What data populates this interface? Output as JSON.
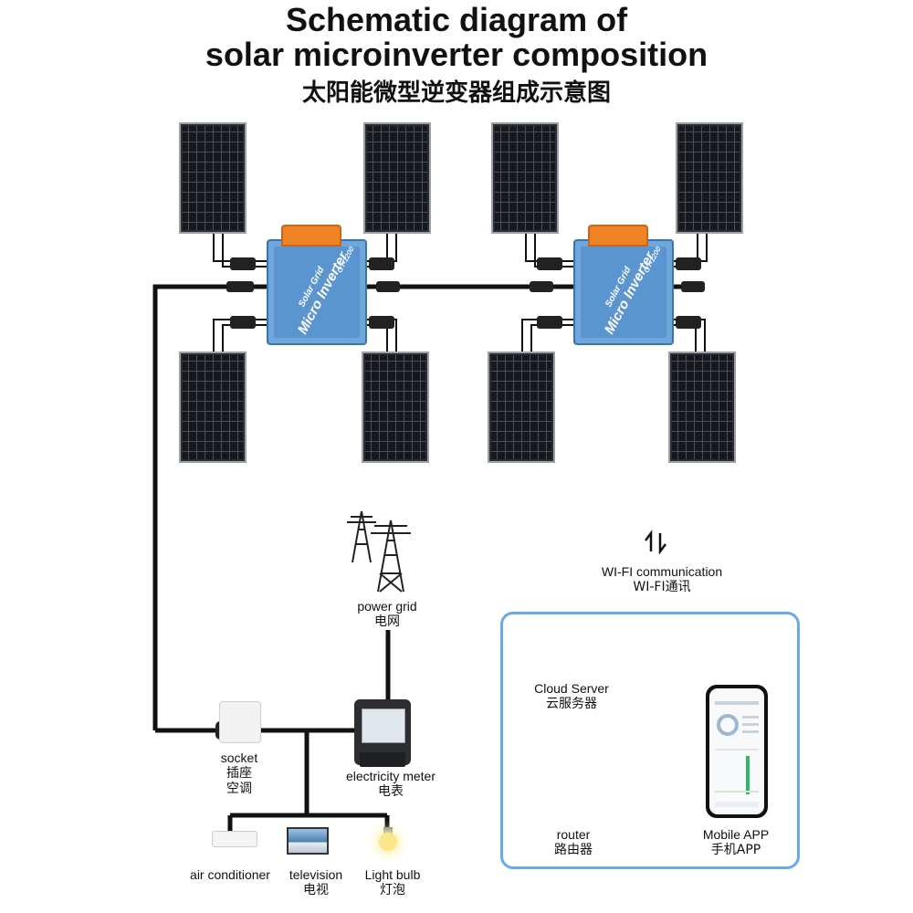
{
  "title": {
    "line1": "Schematic diagram of",
    "line2": "solar microinverter composition",
    "line3": "太阳能微型逆变器组成示意图"
  },
  "inverters": [
    {
      "brand": "Solar Grid",
      "name": "Micro Inverter",
      "model": "GT-1200"
    },
    {
      "brand": "Solar Grid",
      "name": "Micro Inverter",
      "model": "GT-1200"
    }
  ],
  "labels": {
    "power_grid": {
      "en": "power grid",
      "zh": "电网"
    },
    "wifi": {
      "en": "WI-FI communication",
      "zh": "WI-FI通讯"
    },
    "cloud": {
      "en": "Cloud Server",
      "zh": "云服务器"
    },
    "socket": {
      "en": "socket",
      "zh": "插座",
      "zh2": "空调"
    },
    "meter": {
      "en": "electricity meter",
      "zh": "电表"
    },
    "router": {
      "en": "router",
      "zh": "路由器"
    },
    "app": {
      "en": "Mobile APP",
      "zh": "手机APP"
    },
    "ac": {
      "en": "air conditioner"
    },
    "tv": {
      "en": "television",
      "zh": "电视"
    },
    "bulb": {
      "en": "Light bulb",
      "zh": "灯泡"
    }
  },
  "colors": {
    "wire": "#111111",
    "inverter": "#5b95cf",
    "handle": "#ef8424",
    "wifi_frame": "#6aa8e8",
    "cloud": "#4aa3e6"
  }
}
